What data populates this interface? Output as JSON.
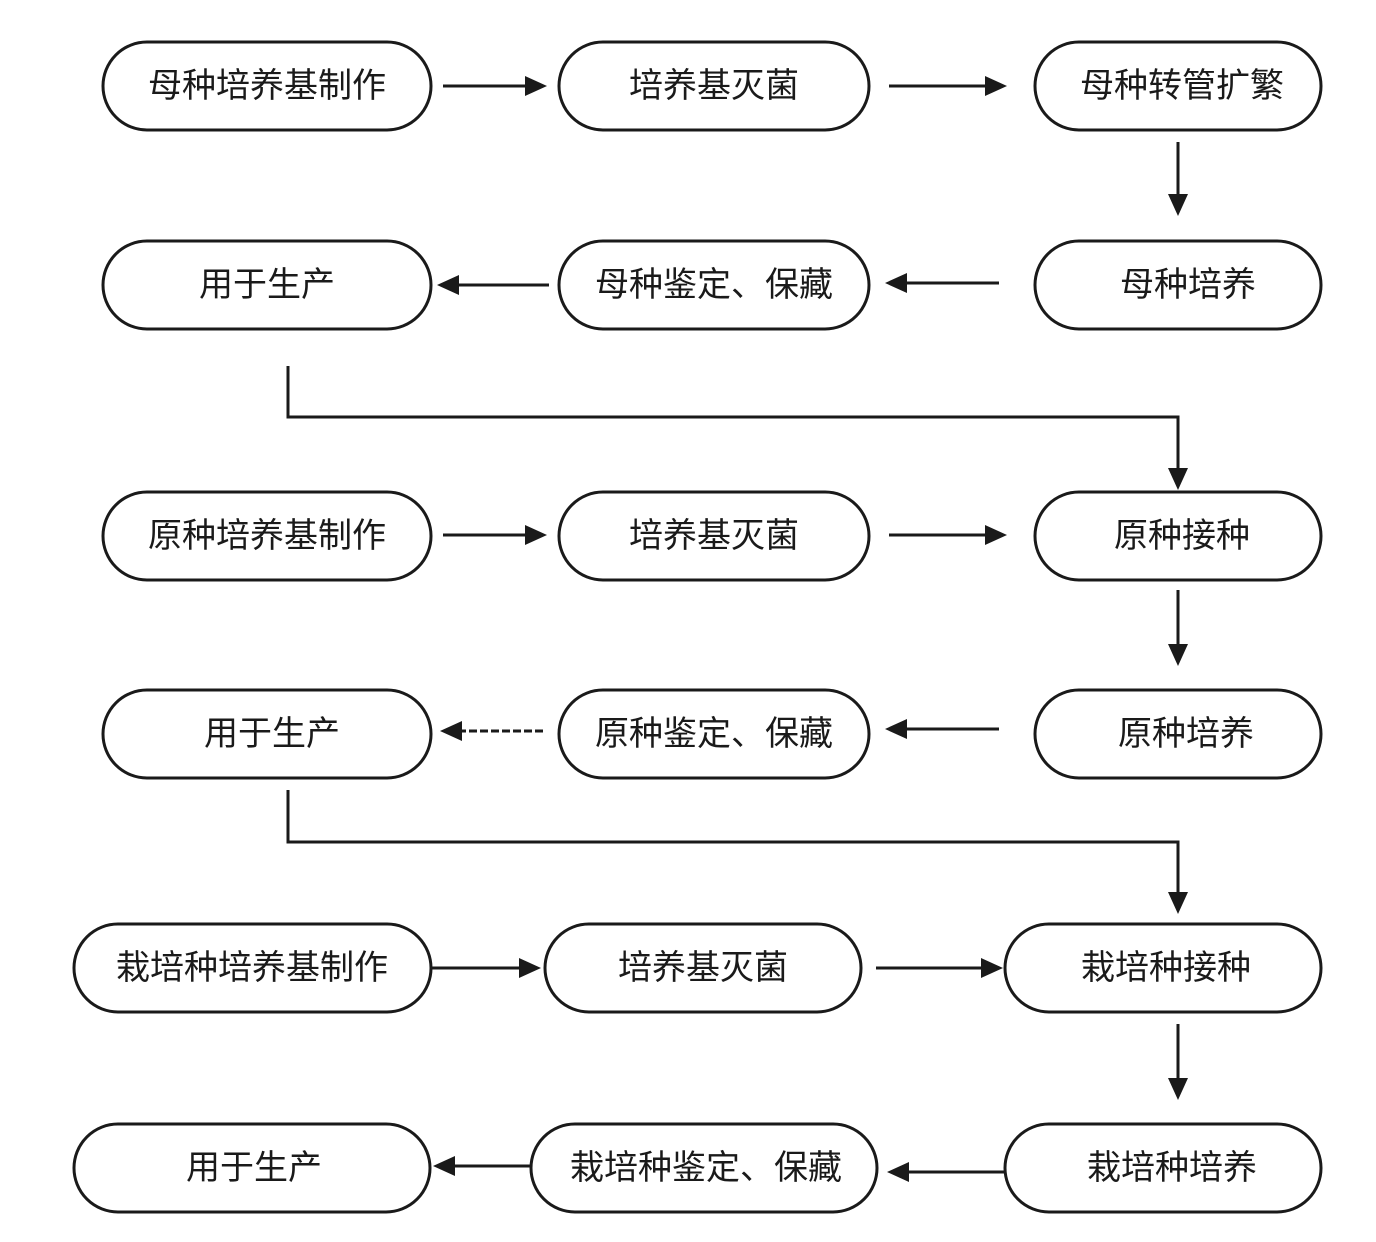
{
  "diagram": {
    "rows": [
      {
        "stage": "mother",
        "top": [
          "母种培养基制作",
          "培养基灭菌",
          "母种转管扩繁"
        ],
        "bottom": [
          "用于生产",
          "母种鉴定、保藏",
          "母种培养"
        ]
      },
      {
        "stage": "original",
        "top": [
          "原种培养基制作",
          "培养基灭菌",
          "原种接种"
        ],
        "bottom": [
          "用于生产",
          "原种鉴定、保藏",
          "原种培养"
        ]
      },
      {
        "stage": "cultivation",
        "top": [
          "栽培种培养基制作",
          "培养基灭菌",
          "栽培种接种"
        ],
        "bottom": [
          "用于生产",
          "栽培种鉴定、保藏",
          "栽培种培养"
        ]
      }
    ]
  }
}
